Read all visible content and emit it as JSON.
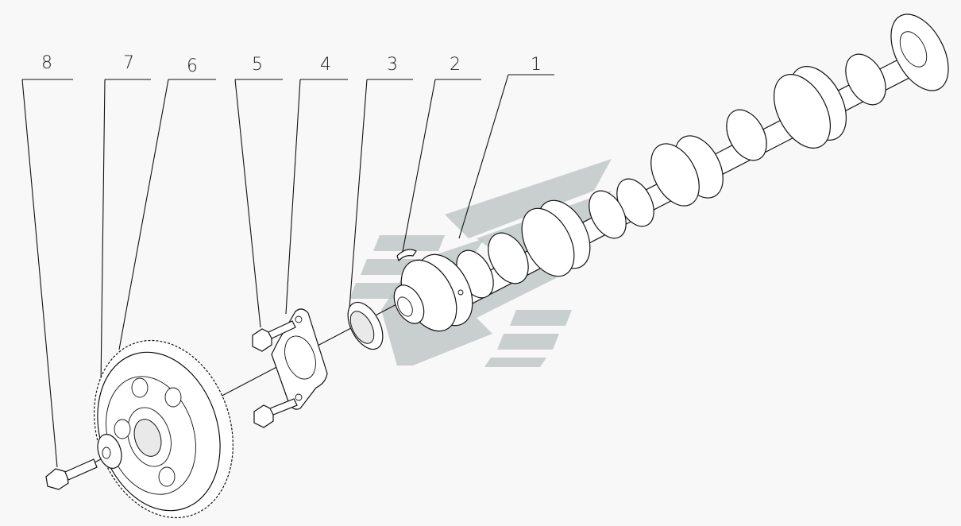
{
  "diagram": {
    "callouts": [
      {
        "id": "8",
        "label": "8"
      },
      {
        "id": "7",
        "label": "7"
      },
      {
        "id": "6",
        "label": "6"
      },
      {
        "id": "5",
        "label": "5"
      },
      {
        "id": "4",
        "label": "4"
      },
      {
        "id": "3",
        "label": "3"
      },
      {
        "id": "2",
        "label": "2"
      },
      {
        "id": "1",
        "label": "1"
      }
    ],
    "parts": [
      {
        "id": "1",
        "name": "camshaft-icon"
      },
      {
        "id": "2",
        "name": "woodruff-key-icon"
      },
      {
        "id": "3",
        "name": "thrust-ring-icon"
      },
      {
        "id": "4",
        "name": "thrust-plate-icon"
      },
      {
        "id": "5",
        "name": "bolt-icon"
      },
      {
        "id": "6",
        "name": "cam-gear-icon"
      },
      {
        "id": "7",
        "name": "washer-icon"
      },
      {
        "id": "8",
        "name": "gear-bolt-icon"
      }
    ],
    "colors": {
      "line": "#111111",
      "background": "#f8f8f8",
      "watermark": "#b9c2c2"
    }
  }
}
